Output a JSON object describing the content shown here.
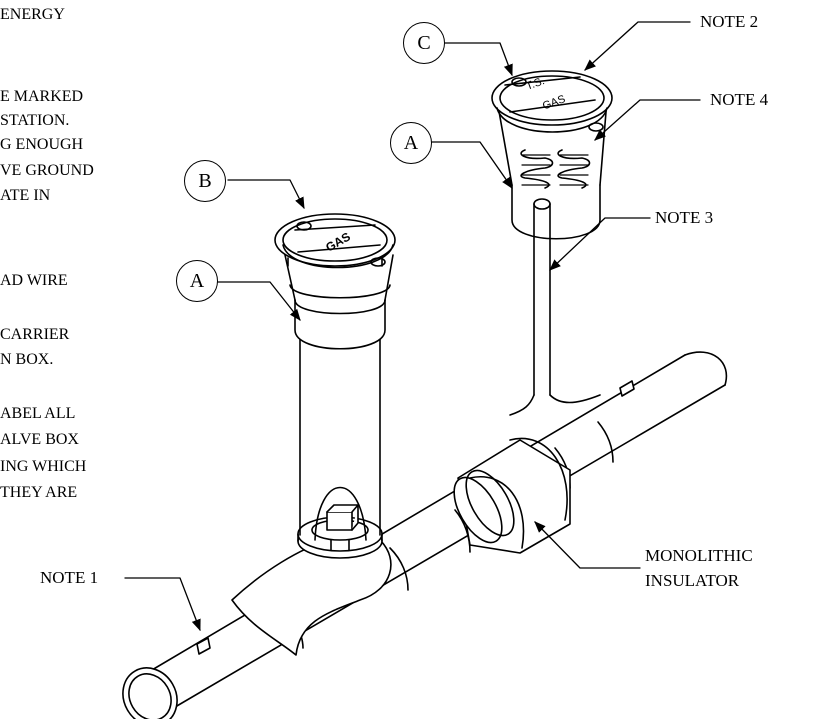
{
  "notes_text": [
    "ENERGY",
    "E MARKED",
    "STATION.",
    "G ENOUGH",
    "VE GROUND",
    "ATE IN",
    "AD WIRE",
    "CARRIER",
    "N BOX.",
    "ABEL ALL",
    "ALVE BOX",
    "ING WHICH",
    " THEY ARE"
  ],
  "callouts": {
    "note1": "NOTE 1",
    "note2": "NOTE 2",
    "note3": "NOTE 3",
    "note4": "NOTE 4",
    "monolithic_line1": "MONOLITHIC",
    "monolithic_line2": "INSULATOR"
  },
  "bubbles": {
    "a_left": "A",
    "a_right": "A",
    "b": "B",
    "c": "C"
  },
  "box_lids": {
    "gas_left": "GAS",
    "gas_right": "GAS",
    "ts": "T.S."
  }
}
